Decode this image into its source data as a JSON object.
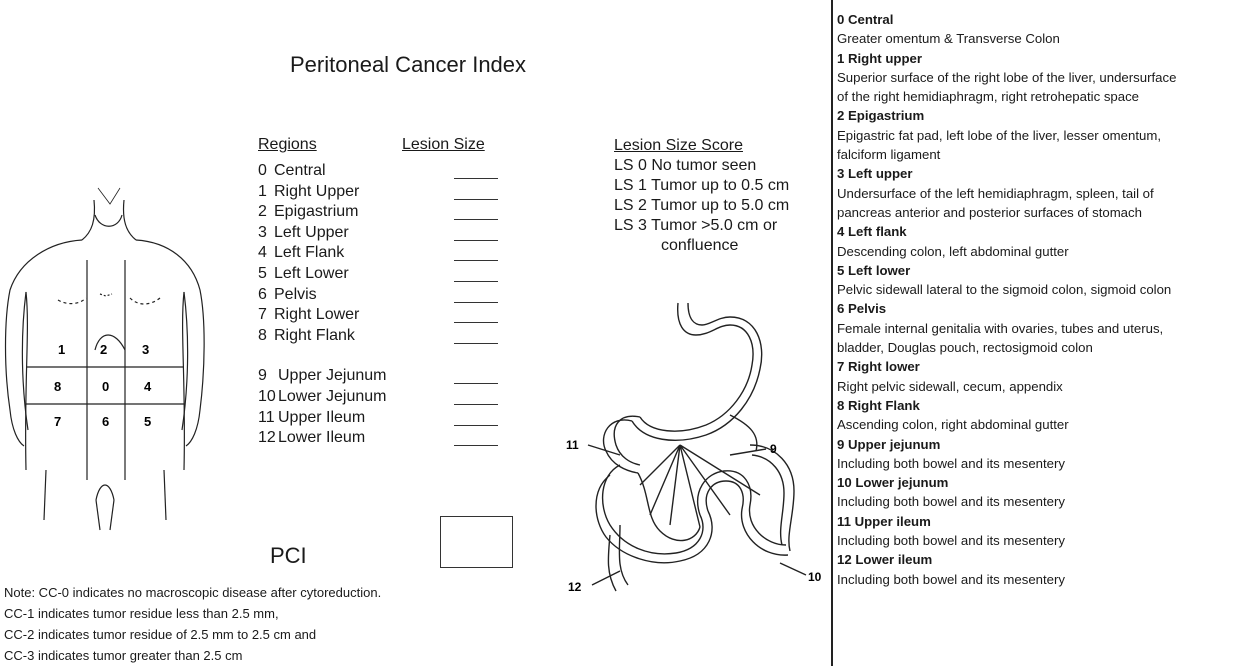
{
  "title": "Peritoneal Cancer Index",
  "columns": {
    "regions": "Regions",
    "lesion_size": "Lesion Size"
  },
  "regions": [
    {
      "num": "0",
      "name": "Central"
    },
    {
      "num": "1",
      "name": "Right Upper"
    },
    {
      "num": "2",
      "name": "Epigastrium"
    },
    {
      "num": "3",
      "name": "Left Upper"
    },
    {
      "num": "4",
      "name": "Left Flank"
    },
    {
      "num": "5",
      "name": "Left Lower"
    },
    {
      "num": "6",
      "name": "Pelvis"
    },
    {
      "num": "7",
      "name": "Right Lower"
    },
    {
      "num": "8",
      "name": "Right Flank"
    }
  ],
  "small_bowel_regions": [
    {
      "num": "9",
      "name": "Upper Jejunum"
    },
    {
      "num": "10",
      "name": "Lower Jejunum"
    },
    {
      "num": "11",
      "name": "Upper Ileum"
    },
    {
      "num": "12",
      "name": "Lower Ileum"
    }
  ],
  "lesion_size_score": {
    "title": "Lesion Size Score",
    "items": [
      "LS 0  No tumor seen",
      "LS 1  Tumor up to 0.5 cm",
      "LS 2  Tumor up to 5.0 cm",
      "LS 3  Tumor >5.0 cm or"
    ],
    "continuation": "confluence"
  },
  "pci_label": "PCI",
  "notes": [
    "Note: CC-0 indicates no macroscopic disease after cytoreduction.",
    "CC-1 indicates tumor residue less than 2.5 mm,",
    "CC-2 indicates tumor residue of 2.5 mm to 2.5 cm and",
    "CC-3 indicates tumor greater than 2.5 cm"
  ],
  "body_diagram_labels": {
    "r1": "1",
    "r2": "2",
    "r3": "3",
    "r8": "8",
    "r0": "0",
    "r4": "4",
    "r7": "7",
    "r6": "6",
    "r5": "5"
  },
  "bowel_diagram_labels": {
    "n9": "9",
    "n10": "10",
    "n11": "11",
    "n12": "12"
  },
  "descriptions": [
    {
      "title": "0 Central",
      "lines": [
        "Greater omentum & Transverse Colon"
      ]
    },
    {
      "title": "1 Right upper",
      "lines": [
        "Superior surface of the right lobe of the liver, undersurface",
        "of the right hemidiaphragm, right retrohepatic space"
      ]
    },
    {
      "title": "2 Epigastrium",
      "lines": [
        "Epigastric fat pad, left lobe of the liver, lesser omentum,",
        "falciform ligament"
      ]
    },
    {
      "title": "3 Left upper",
      "lines": [
        "Undersurface of the left hemidiaphragm, spleen, tail of",
        "pancreas anterior and posterior surfaces of stomach"
      ]
    },
    {
      "title": "4 Left flank",
      "lines": [
        "Descending colon, left abdominal gutter"
      ]
    },
    {
      "title": "5 Left lower",
      "lines": [
        "Pelvic sidewall lateral to the sigmoid colon, sigmoid colon"
      ]
    },
    {
      "title": "6 Pelvis",
      "lines": [
        "Female internal genitalia with ovaries, tubes and uterus,",
        "bladder, Douglas pouch, rectosigmoid colon"
      ]
    },
    {
      "title": "7 Right lower",
      "lines": [
        "Right pelvic sidewall, cecum, appendix"
      ]
    },
    {
      "title": "8 Right Flank",
      "lines": [
        "Ascending colon, right abdominal gutter"
      ]
    },
    {
      "title": "9 Upper jejunum",
      "lines": [
        "Including both bowel and its mesentery"
      ]
    },
    {
      "title": "10 Lower jejunum",
      "lines": [
        "Including both bowel and its mesentery"
      ]
    },
    {
      "title": "11 Upper ileum",
      "lines": [
        "Including both bowel and its mesentery"
      ]
    },
    {
      "title": "12 Lower ileum",
      "lines": [
        "Including both bowel and its mesentery"
      ]
    }
  ]
}
